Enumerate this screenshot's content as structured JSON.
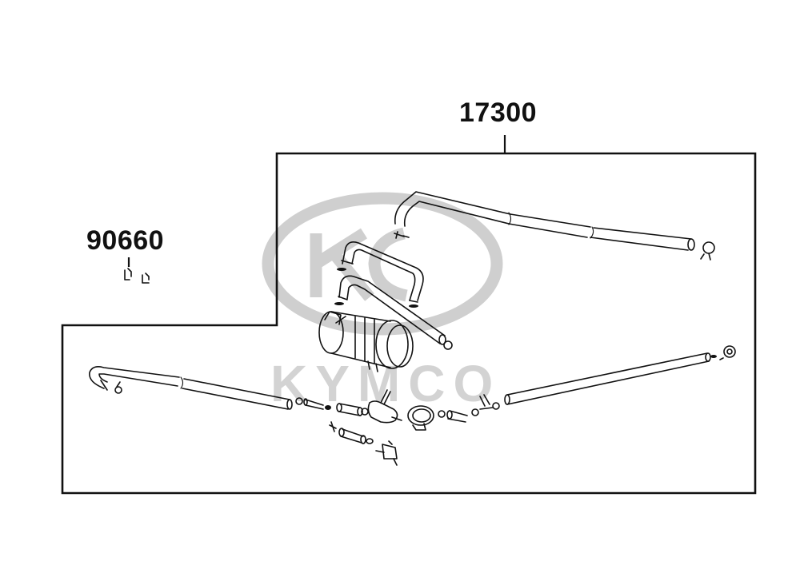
{
  "callouts": {
    "assembly": "17300",
    "clip": "90660"
  },
  "watermark": {
    "brand": "KYMCO"
  },
  "colors": {
    "line": "#111111",
    "watermark": "#cfcfcf",
    "background": "#ffffff"
  }
}
